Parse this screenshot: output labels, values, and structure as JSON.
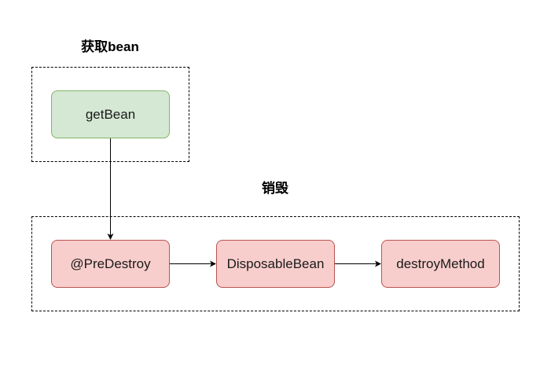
{
  "groups": {
    "get_bean": {
      "title": "获取bean"
    },
    "destroy": {
      "title": "销毁"
    }
  },
  "nodes": {
    "get_bean": "getBean",
    "pre_destroy": "@PreDestroy",
    "disposable_bean": "DisposableBean",
    "destroy_method": "destroyMethod"
  },
  "colors": {
    "green_fill": "#d5e8d4",
    "green_stroke": "#82b366",
    "red_fill": "#f8cecc",
    "red_stroke": "#b85450"
  }
}
